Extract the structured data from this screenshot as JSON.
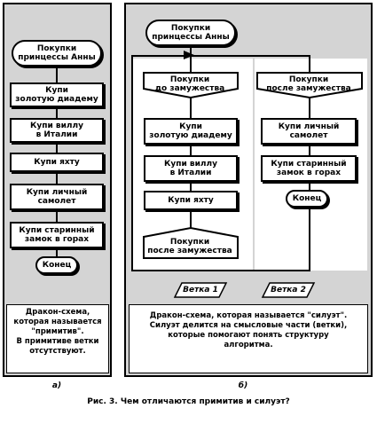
{
  "left": {
    "title": "Покупки\nпринцессы Анны",
    "items": [
      "Купи\nзолотую диадему",
      "Купи виллу\nв Италии",
      "Купи яхту",
      "Купи личный\nсамолет",
      "Купи старинный\nзамок в горах"
    ],
    "end": "Конец",
    "caption": "Дракон-схема,\nкоторая называется\n\"примитив\".\nВ примитиве ветки\nотсутствуют.",
    "sublabel": "а)"
  },
  "right": {
    "title": "Покупки\nпринцессы Анны",
    "branch1_head": "Покупки\nдо замужества",
    "branch1_items": [
      "Купи\nзолотую диадему",
      "Купи виллу\nв Италии",
      "Купи яхту"
    ],
    "branch1_foot": "Покупки\nпосле замужества",
    "branch2_head": "Покупки\nпосле замужества",
    "branch2_items": [
      "Купи личный\nсамолет",
      "Купи старинный\nзамок в горах"
    ],
    "end": "Конец",
    "branch1_label": "Ветка 1",
    "branch2_label": "Ветка 2",
    "caption": "Дракон-схема, которая называется \"силуэт\".\nСилуэт делится на смысловые части (ветки),\nкоторые помогают понять структуру\nалгоритма.",
    "sublabel": "б)"
  },
  "figure_caption": "Рис. 3. Чем отличаются примитив и силуэт?"
}
